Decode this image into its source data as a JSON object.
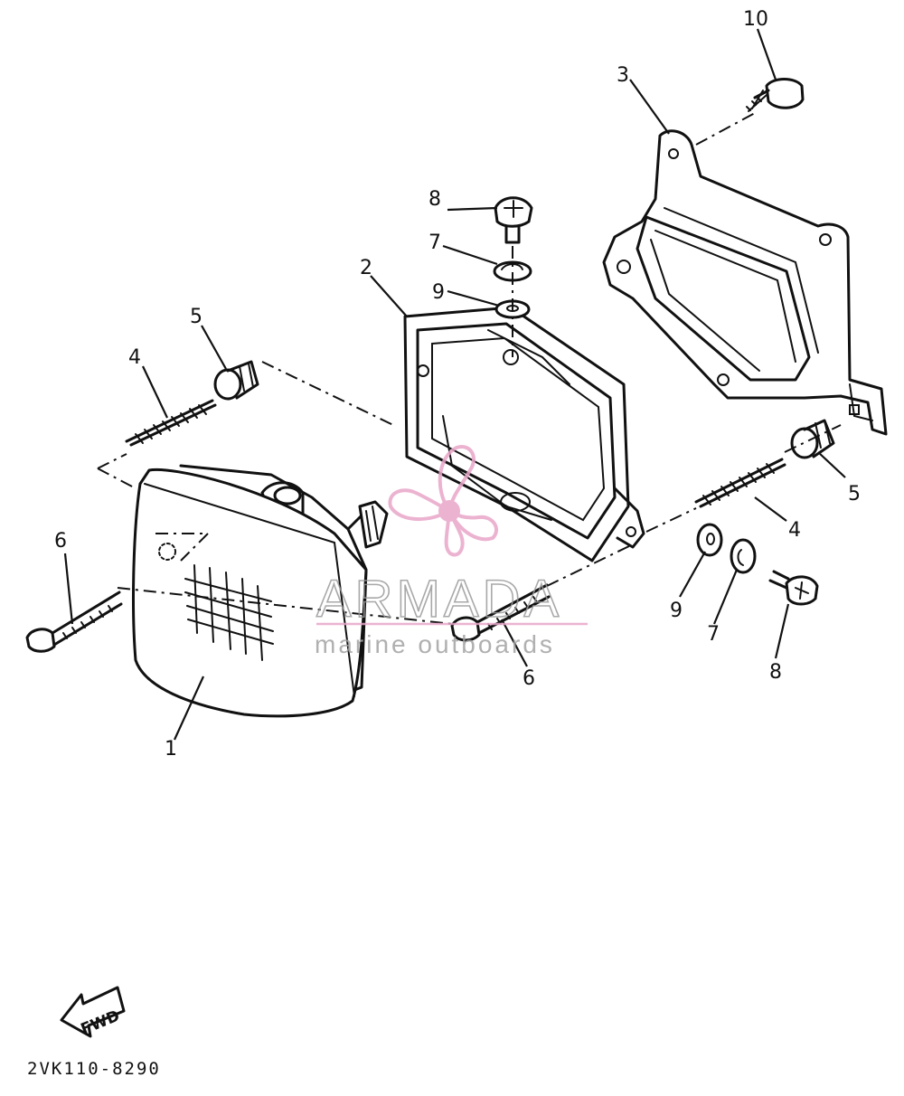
{
  "callouts": {
    "c1": "1",
    "c2": "2",
    "c3": "3",
    "c4_left": "4",
    "c4_right": "4",
    "c5_left": "5",
    "c5_right": "5",
    "c6_left": "6",
    "c6_right": "6",
    "c7_top": "7",
    "c7_bottom": "7",
    "c8_top": "8",
    "c8_bottom": "8",
    "c9_top": "9",
    "c9_bottom": "9",
    "c10": "10"
  },
  "fwd_label": "FWD",
  "diagram_code": "2VK110-8290",
  "watermark": {
    "brand": "ARMADA",
    "tagline": "marine outboards",
    "logo_color": "#e9a6c9"
  }
}
